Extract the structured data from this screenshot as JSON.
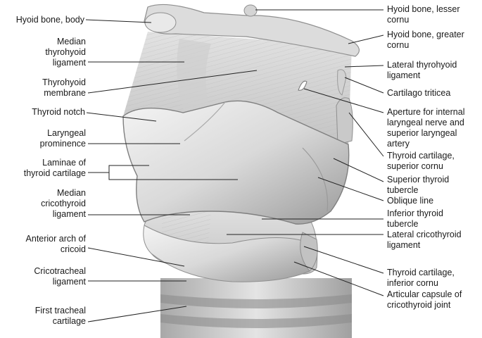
{
  "left_labels": [
    "Hyoid bone, body",
    "Median\nthyrohyoid\nligament",
    "Thyrohyoid\nmembrane",
    "Thyroid notch",
    "Laryngeal\nprominence",
    "Laminae of\nthyroid cartilage",
    "Median\ncricothyroid\nligament",
    "Anterior arch of\ncricoid",
    "Cricotracheal\nligament",
    "First tracheal\ncartilage"
  ],
  "right_labels": [
    "Hyoid bone, lesser\ncornu",
    "Hyoid bone, greater\ncornu",
    "Lateral thyrohyoid\nligament",
    "Cartilago triticea",
    "Aperture for internal\nlaryngeal nerve and\nsuperior laryngeal\nartery",
    "Thyroid cartilage,\nsuperior cornu",
    "Superior thyroid\ntubercle",
    "Oblique line",
    "Inferior thyroid\ntubercle",
    "Lateral cricothyroid\nligament",
    "Thyroid cartilage,\ninferior cornu",
    "Articular capsule of\ncricothyroid joint"
  ]
}
